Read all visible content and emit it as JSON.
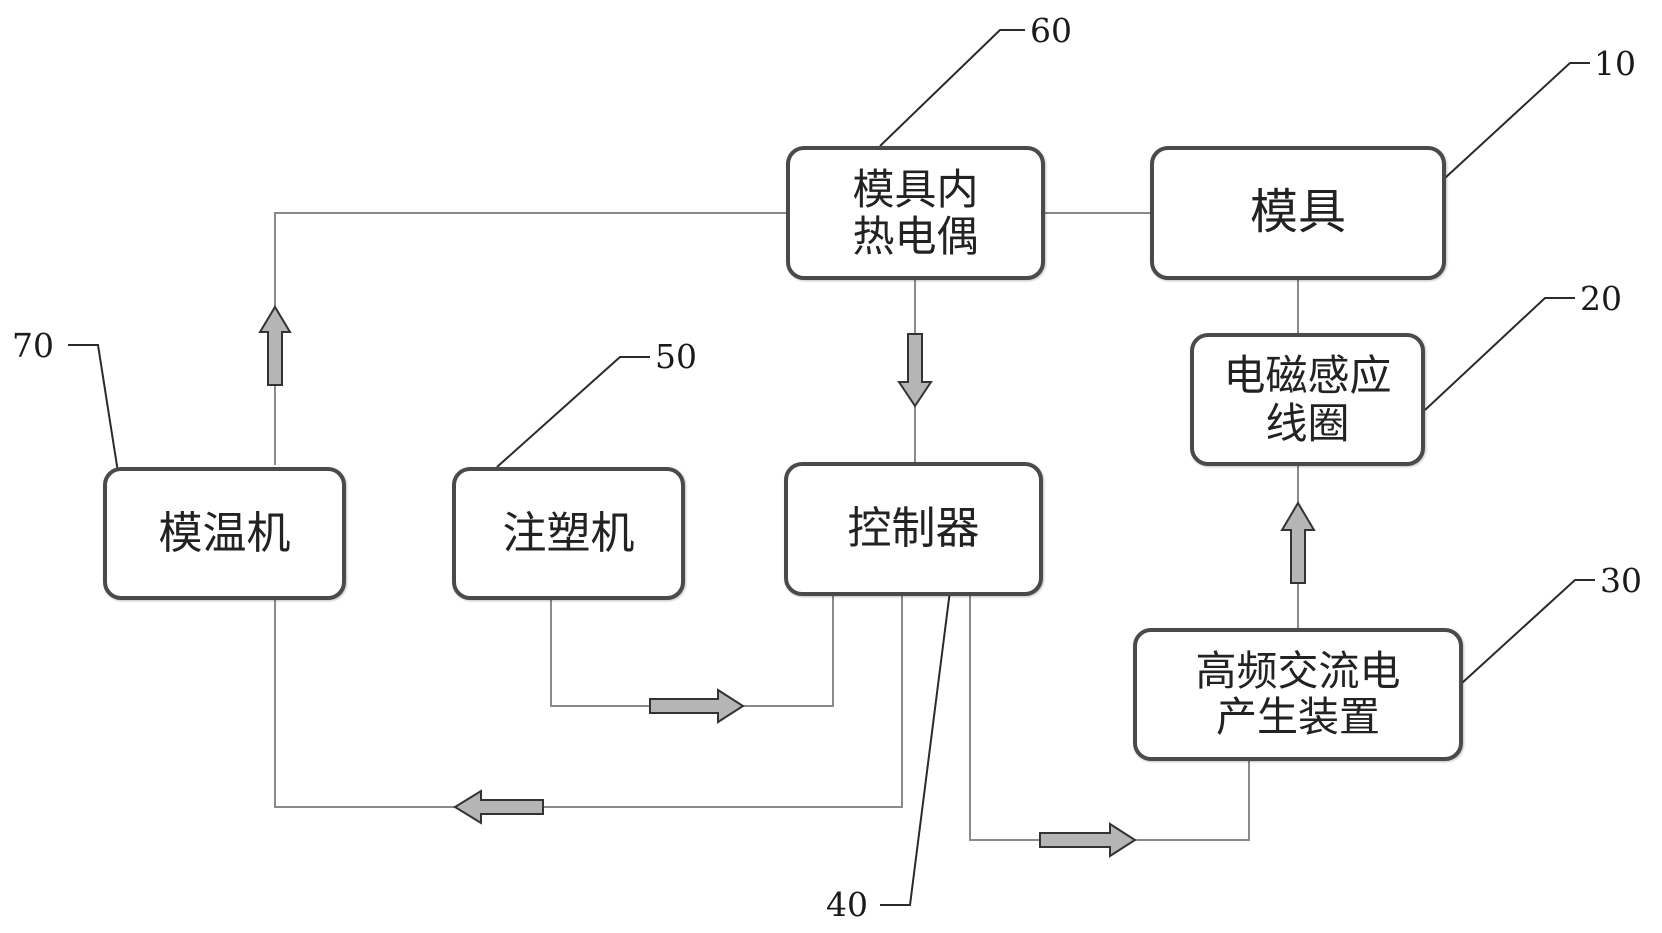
{
  "blocks": {
    "mold": {
      "ref": "10",
      "lines": [
        "模具"
      ]
    },
    "coil": {
      "ref": "20",
      "lines": [
        "电磁感应",
        "线圈"
      ]
    },
    "hf_generator": {
      "ref": "30",
      "lines": [
        "高频交流电",
        "产生装置"
      ]
    },
    "controller": {
      "ref": "40",
      "lines": [
        "控制器"
      ]
    },
    "injection_machine": {
      "ref": "50",
      "lines": [
        "注塑机"
      ]
    },
    "thermocouple": {
      "ref": "60",
      "lines": [
        "模具内",
        "热电偶"
      ]
    },
    "mold_temp_controller": {
      "ref": "70",
      "lines": [
        "模温机"
      ]
    }
  },
  "colors": {
    "box_border": "#4a4a4a",
    "line": "#8a8a8a",
    "arrow_fill": "#b5b5b5",
    "arrow_stroke": "#333333",
    "text": "#222222"
  }
}
